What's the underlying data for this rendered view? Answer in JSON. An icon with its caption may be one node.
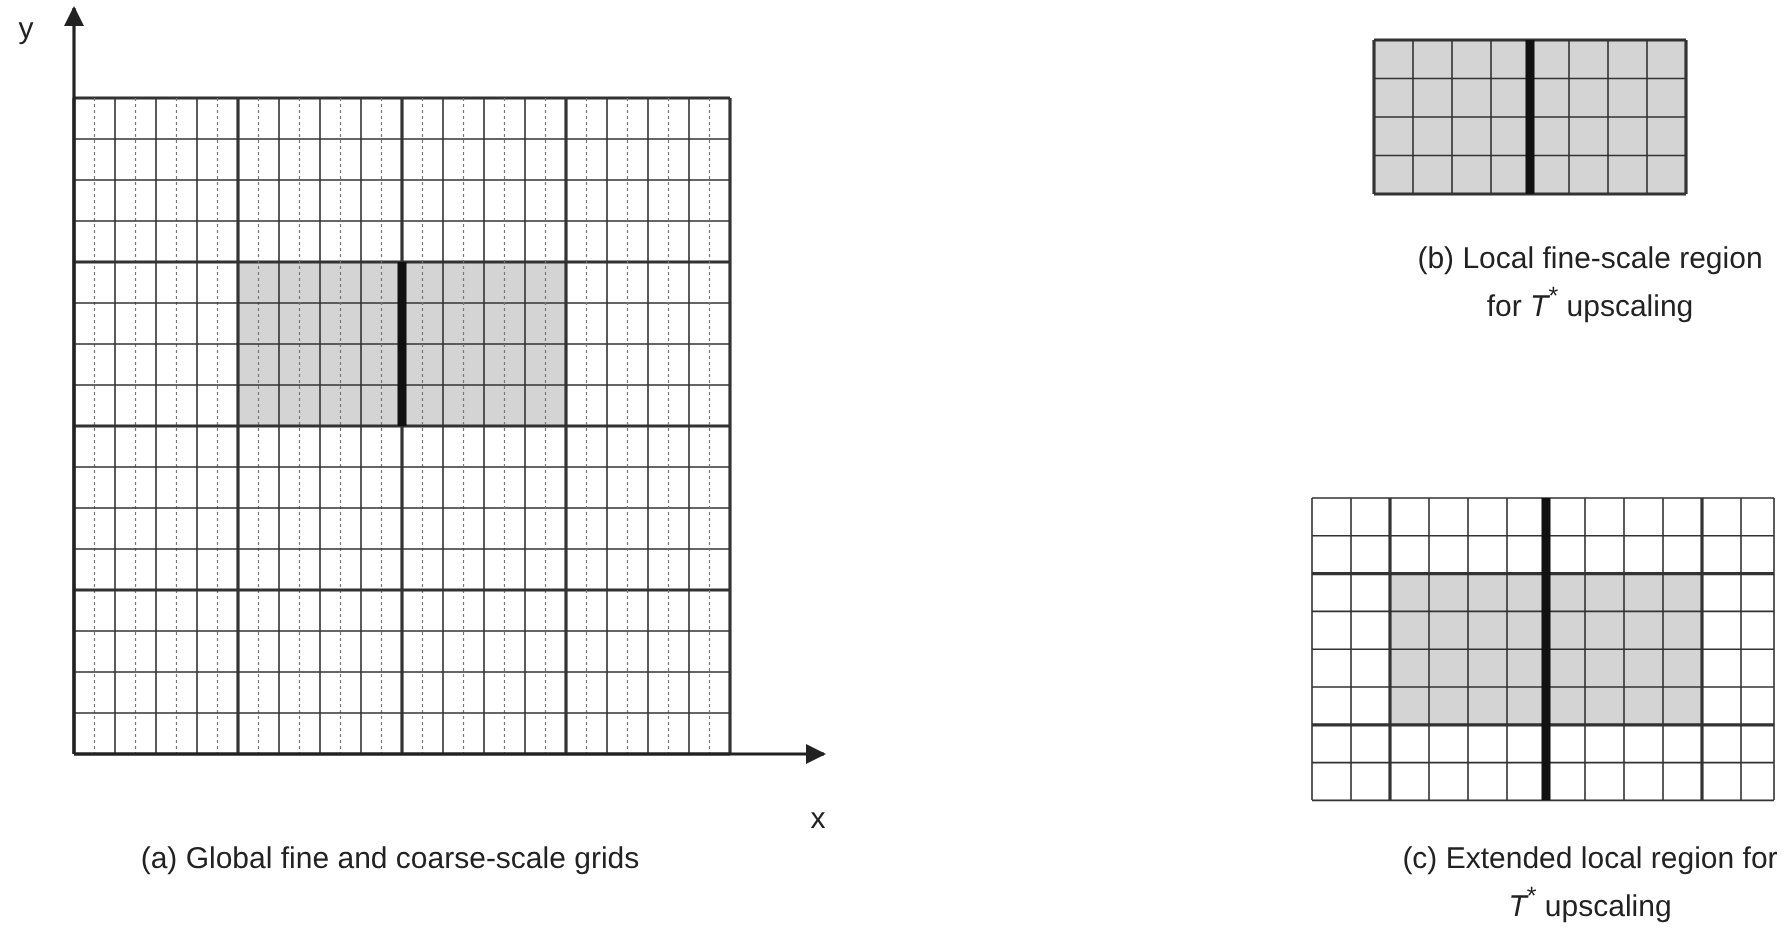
{
  "diagram": {
    "labels": [
      "y",
      "x",
      "(a) Global fine and coarse-scale grids",
      "(b) Local fine-scale region for *T*$^{*}$ upscaling",
      "(c) Extended local region for *T*$^{*}$ upscaling"
    ]
  }
}
